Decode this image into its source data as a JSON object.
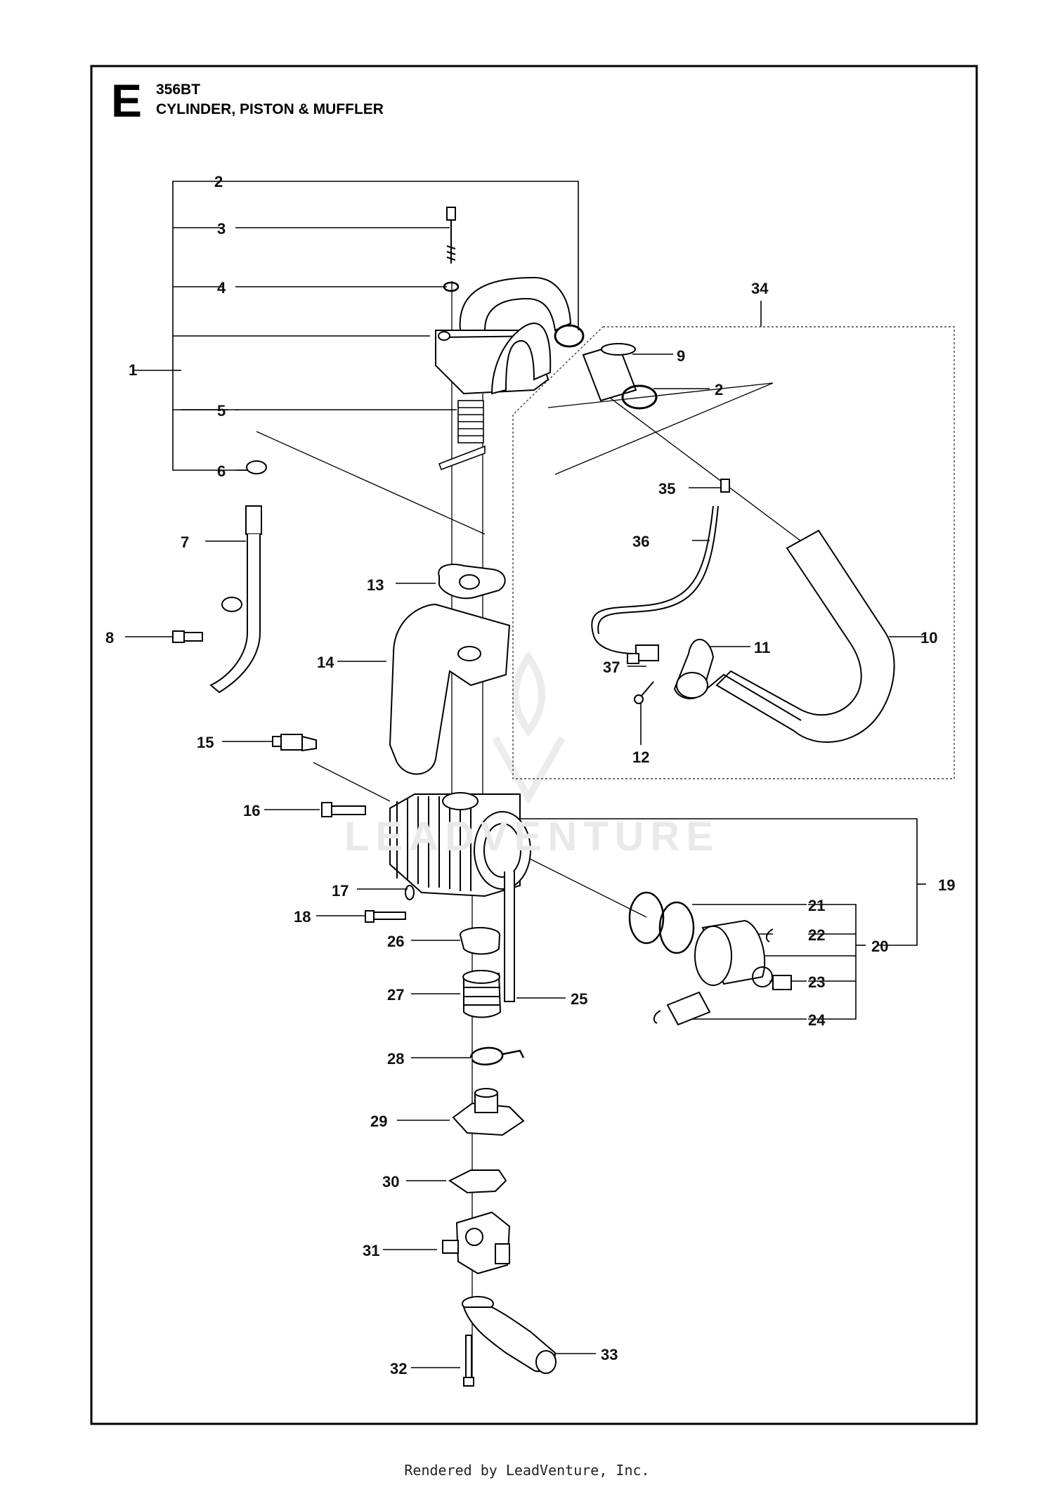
{
  "header": {
    "section_letter": "E",
    "model": "356BT",
    "title": "CYLINDER, PISTON & MUFFLER"
  },
  "watermark": "LEADVENTURE",
  "footer": "Rendered by LeadVenture, Inc.",
  "callouts": [
    "1",
    "2",
    "3",
    "4",
    "5",
    "6",
    "7",
    "8",
    "9",
    "2",
    "10",
    "11",
    "12",
    "13",
    "14",
    "15",
    "16",
    "17",
    "18",
    "19",
    "20",
    "21",
    "22",
    "23",
    "24",
    "25",
    "26",
    "27",
    "28",
    "29",
    "30",
    "31",
    "32",
    "33",
    "34",
    "35",
    "36",
    "37"
  ]
}
